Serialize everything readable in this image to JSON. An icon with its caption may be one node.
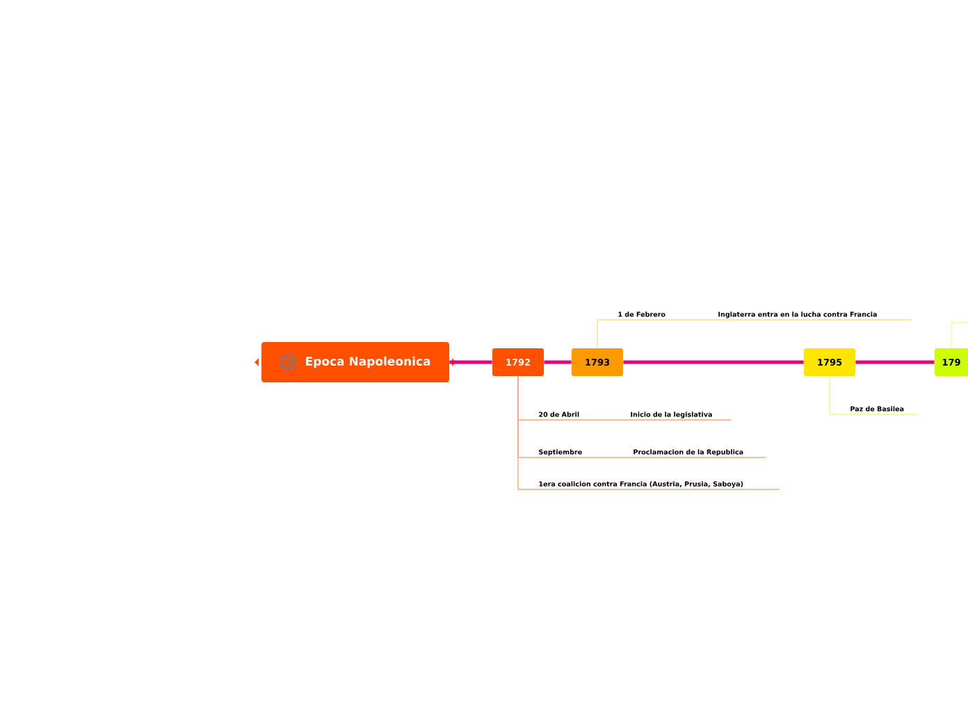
{
  "diagram": {
    "nodes": [
      {
        "text": [
          "Epoca Napoleonica"
        ]
      },
      {
        "text": [
          "1792"
        ]
      },
      {
        "text": [
          "1793"
        ]
      },
      {
        "text": [
          "1795"
        ]
      },
      {
        "text": [
          "179"
        ]
      },
      {
        "text": [
          "1 de Febrero"
        ]
      },
      {
        "text": [
          "Inglaterra  entra en la lucha contra Francia"
        ]
      },
      {
        "text": [
          "20 de Abril"
        ]
      },
      {
        "text": [
          "Inicio de la legislativa"
        ]
      },
      {
        "text": [
          "Septiembre"
        ]
      },
      {
        "text": [
          "Proclamacion de la Republica"
        ]
      },
      {
        "text": [
          "1era coalicion contra Francia (Austria, Prusia, Saboya)"
        ]
      },
      {
        "text": [
          "Paz de Basilea"
        ]
      }
    ],
    "edges": [
      {
        "from": 0,
        "to": 1,
        "arrow": "none",
        "style": "thick",
        "color": "#e6007e"
      },
      {
        "from": 1,
        "to": 2,
        "arrow": "none",
        "style": "thick",
        "color": "#e6007e"
      },
      {
        "from": 2,
        "to": 3,
        "arrow": "none",
        "style": "thick",
        "color": "#e6007e"
      },
      {
        "from": 3,
        "to": 4,
        "arrow": "none",
        "style": "thick",
        "color": "#e6007e"
      },
      {
        "from": 2,
        "to": 5,
        "arrow": "none",
        "color": "#ffd699"
      },
      {
        "from": 5,
        "to": 6,
        "arrow": "none",
        "color": "#ffd699"
      },
      {
        "from": 1,
        "to": 7,
        "arrow": "none"
      },
      {
        "from": 7,
        "to": 8,
        "arrow": "none"
      },
      {
        "from": 1,
        "to": 9,
        "arrow": "none"
      },
      {
        "from": 9,
        "to": 10,
        "arrow": "none"
      },
      {
        "from": 1,
        "to": 11,
        "arrow": "none"
      },
      {
        "from": 3,
        "to": 12,
        "arrow": "none",
        "color": "#fff27a"
      },
      {
        "from": 4,
        "to": null,
        "arrow": "none",
        "color": "#eeff99"
      }
    ]
  }
}
